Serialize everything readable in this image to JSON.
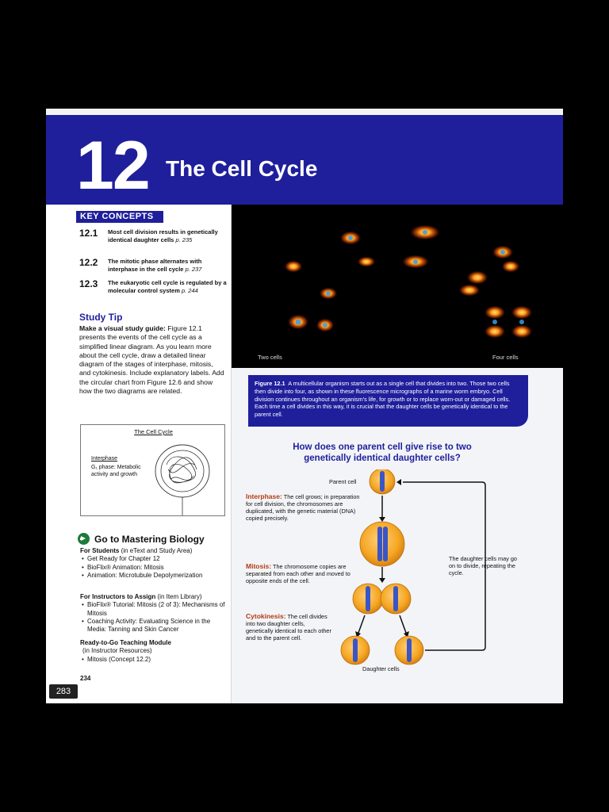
{
  "chapter": {
    "number": "12",
    "title": "The Cell Cycle"
  },
  "key_concepts": {
    "label": "KEY CONCEPTS",
    "items": [
      {
        "num": "12.1",
        "text": "Most cell division results in genetically identical daughter cells",
        "page": "p. 235"
      },
      {
        "num": "12.2",
        "text": "The mitotic phase alternates with interphase in the cell cycle",
        "page": "p. 237"
      },
      {
        "num": "12.3",
        "text": "The eukaryotic cell cycle is regulated by a molecular control system",
        "page": "p. 244"
      }
    ]
  },
  "study_tip": {
    "heading": "Study Tip",
    "lead": "Make a visual study guide:",
    "body": "Figure 12.1 presents the events of the cell cycle as a simplified linear diagram. As you learn more about the cell cycle, draw a detailed linear diagram of the stages of interphase, mitosis, and cytokinesis. Include explanatory labels. Add the circular chart from Figure 12.6 and show how the two diagrams are related."
  },
  "cell_cycle_sketch": {
    "title": "The Cell Cycle",
    "interphase": "Interphase",
    "g1": "G₁ phase: Metabolic activity and growth"
  },
  "mastering": {
    "heading": "Go to Mastering Biology",
    "students_head": "For Students",
    "students_note": "(in eText and Study Area)",
    "students_items": [
      "Get Ready for Chapter 12",
      "BioFlix® Animation: Mitosis",
      "Animation: Microtubule Depolymerization"
    ],
    "instructors_head": "For Instructors to Assign",
    "instructors_note": "(in Item Library)",
    "instructors_items": [
      "BioFlix® Tutorial: Mitosis (2 of 3): Mechanisms of Mitosis",
      "Coaching Activity: Evaluating Science in the Media: Tanning and Skin Cancer"
    ],
    "module_head": "Ready-to-Go Teaching Module",
    "module_note": "(in Instructor Resources)",
    "module_items": [
      "Mitosis (Concept 12.2)"
    ]
  },
  "page_number": "234",
  "page_badge": "283",
  "micrograph": {
    "left_label": "Two cells",
    "right_label": "Four cells"
  },
  "figure_caption": {
    "label": "Figure 12.1",
    "text": "A multicellular organism starts out as a single cell that divides into two. Those two cells then divide into four, as shown in these fluorescence micrographs of a marine worm embryo. Cell division continues throughout an organism's life, for growth or to replace worn-out or damaged cells. Each time a cell divides in this way, it is crucial that the daughter cells be genetically identical to the parent cell."
  },
  "question": "How does one parent cell give rise to two genetically identical daughter cells?",
  "diagram": {
    "parent_cell": "Parent cell",
    "interphase_kw": "Interphase:",
    "interphase_text": "The cell grows; in preparation for cell division, the chromosomes are duplicated, with the genetic material (DNA) copied precisely.",
    "mitosis_kw": "Mitosis:",
    "mitosis_text": "The chromosome copies are separated from each other and moved to opposite ends of the cell.",
    "cytokinesis_kw": "Cytokinesis:",
    "cytokinesis_text": "The cell divides into two daughter cells, genetically identical to each other and to the parent cell.",
    "cycle_note": "The daughter cells may go on to divide, repeating the cycle.",
    "daughter_cells": "Daughter cells"
  },
  "colors": {
    "banner": "#1f1f9c",
    "cell": "#f5a623",
    "chromosome": "#3a55c8",
    "keyword": "#b33a12"
  }
}
